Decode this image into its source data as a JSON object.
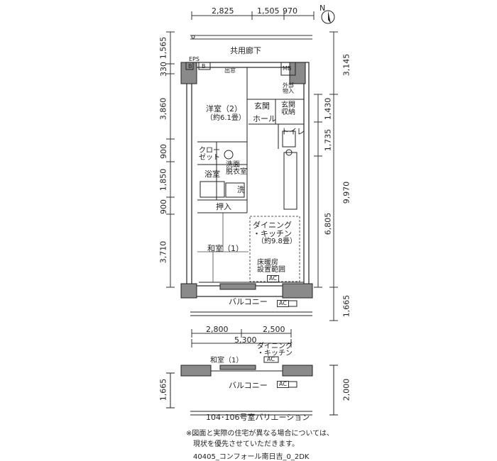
{
  "dims_top": [
    "2,825",
    "1,505",
    "970"
  ],
  "dims_left": [
    "1,565",
    "330",
    "3,860",
    "900",
    "1,850",
    "900",
    "3,710"
  ],
  "dims_right_outer": [
    "3,145",
    "9,970",
    "1,665"
  ],
  "dims_right_inner": [
    "1,430",
    "1,735",
    "6,805"
  ],
  "dims_bottom": [
    "2,800",
    "2,500",
    "5,300"
  ],
  "rooms": {
    "corridor": "共用廊下",
    "eps": "EPS",
    "b1": "B",
    "b2": "B",
    "entrance_door": "出窓",
    "mb": "MB",
    "outdoor_storage": "外部\n物入",
    "western_room": "洋室（2）",
    "western_size": "（約6.1畳）",
    "genkan": "玄関",
    "genkan_storage": "玄関\n収納",
    "hall": "ホール",
    "toilet": "トイレ",
    "closet": "クロー\nゼット",
    "washroom": "洗面\n脱衣室",
    "bath": "浴室",
    "washer": "洗",
    "oshiire": "押入",
    "dk": "ダイニング\n・キッチン",
    "dk_size": "（約9.8畳）",
    "japanese_room": "和室（1）",
    "floor_heating": "床暖房\n設置範囲",
    "ac1": "AC",
    "balcony": "バルコニー",
    "ac2": "AC"
  },
  "variation": {
    "dk": "ダイニング\n・キッチン",
    "japanese_room": "和室（1）",
    "ac_dk": "AC",
    "balcony": "バルコニー",
    "ac_balcony": "AC",
    "dim_left": "1,665",
    "dim_right": "2,000",
    "caption": "104･106号室バリエーション"
  },
  "note": "※図面と実際の住宅が異なる場合については、\n　現状を優先させていただきます。",
  "footer_id": "40405_コンフォール南日吉_0_2DK",
  "compass": "N"
}
